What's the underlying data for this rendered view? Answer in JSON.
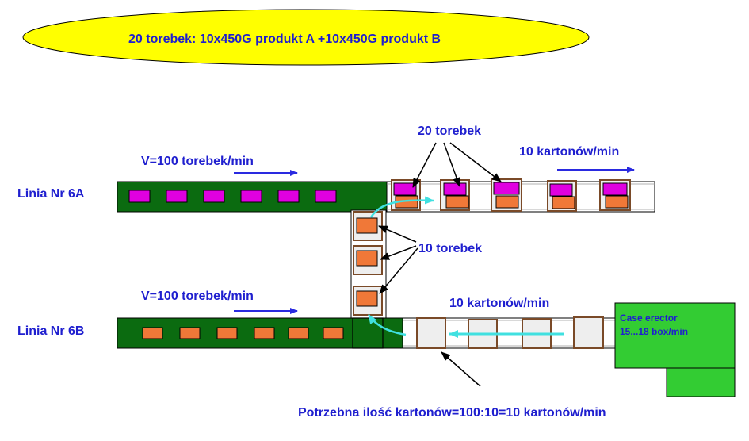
{
  "title": "20 torebek: 10x450G produkt A +10x450G produkt B",
  "line_a": {
    "label": "Linia Nr 6A",
    "speed": "V=100 torebek/min",
    "output": "10 kartonów/min",
    "bags_callout": "20 torebek"
  },
  "line_b": {
    "label": "Linia Nr 6B",
    "speed": "V=100 torebek/min",
    "output": "10 kartonów/min"
  },
  "transfer_callout": "10 torebek",
  "case_erector": {
    "name": "Case erector",
    "rate": "15...18 box/min"
  },
  "footer_note": "Potrzebna ilość kartonów=100:10=10 kartonów/min",
  "colors": {
    "ellipse": "#ffff00",
    "conveyor": "#0b6b10",
    "bag_a": "#e000e0",
    "bag_b": "#f07838",
    "box_border": "#7a4a28",
    "case_erector": "#33cc33",
    "arrow_blue": "#2a2ae0",
    "arrow_cyan": "#40e0e0",
    "text": "#1f1fcf"
  }
}
